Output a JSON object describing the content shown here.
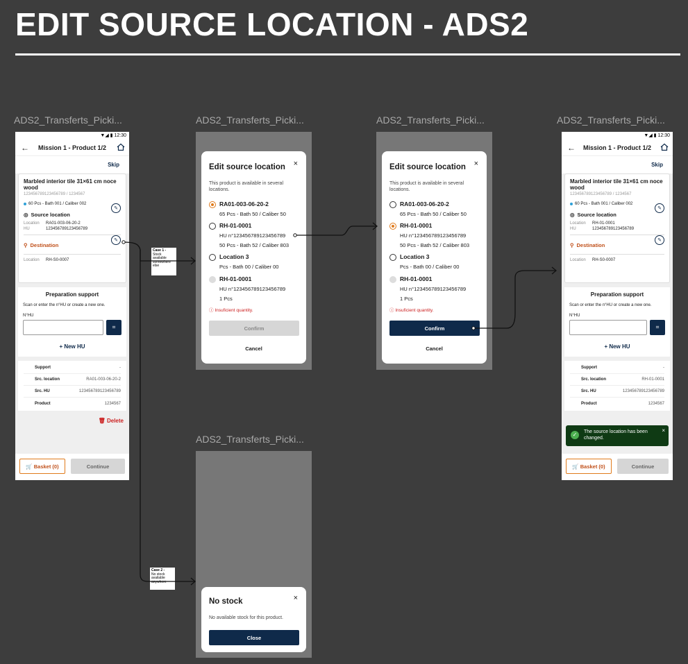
{
  "page_title": "EDIT SOURCE LOCATION - ADS2",
  "frames": {
    "f1": "ADS2_Transferts_Picki...",
    "f2": "ADS2_Transferts_Picki...",
    "f3": "ADS2_Transferts_Picki...",
    "f4": "ADS2_Transferts_Picki...",
    "f5": "ADS2_Transferts_Picki..."
  },
  "status_time": "12:30",
  "header": {
    "back": "←",
    "title": "Mission 1 - Product 1/2"
  },
  "skip": "Skip",
  "product": {
    "name": "Marbled interior tile 31×61 cm noce wood",
    "code": "123456789123456789 / 1234567",
    "stock": "60 Pcs - Bath 001 / Caliber 002"
  },
  "source": {
    "title": "Source location",
    "location_label": "Location",
    "hu_label": "HU",
    "location_before": "RA01-003-06-20-2",
    "location_after": "RH-01-0001",
    "hu": "123456789123456789"
  },
  "destination": {
    "title": "Destination",
    "location_label": "Location",
    "location": "RH-S0-0007"
  },
  "prep": {
    "title": "Preparation support",
    "hint": "Scan or enter the n°HU or create a new one.",
    "hu_label": "N°HU",
    "new_hu": "+ New HU"
  },
  "summary": {
    "support_k": "Support",
    "support_v": "-",
    "src_loc_k": "Src. location",
    "src_hu_k": "Src. HU",
    "src_hu_v": "123456789123456789",
    "product_k": "Product",
    "product_v": "1234567"
  },
  "delete": "Delete",
  "basket": "Basket (0)",
  "continue": "Continue",
  "dialog": {
    "title": "Edit source location",
    "text": "This product is available in several locations.",
    "opt1_name": "RA01-003-06-20-2",
    "opt1_d1": "65 Pcs - Bath 50 / Caliber 50",
    "opt2_name": "RH-01-0001",
    "opt2_d1": "HU n°123456789123456789",
    "opt2_d2": "50 Pcs - Bath 52 / Caliber 803",
    "opt3_name": "Location 3",
    "opt3_d1": "Pcs - Bath 00 / Caliber 00",
    "opt4_name": "RH-01-0001",
    "opt4_d1": "HU n°123456789123456789",
    "opt4_d2": "1 Pcs",
    "warning": "Insuficient quantity.",
    "confirm": "Confirm",
    "cancel": "Cancel",
    "close_x": "×"
  },
  "nostock": {
    "title": "No stock",
    "text": "No available stock for this product.",
    "close": "Close"
  },
  "case1": {
    "title": "Case 1 -",
    "text": "Stock available somewhere else"
  },
  "case2": {
    "title": "Case 2 -",
    "text": "No stock available anywhere"
  },
  "toast": "The source location has been changed.",
  "colors": {
    "navy": "#0f2a4a",
    "orange": "#e07a1a",
    "background": "#3d3d3d"
  }
}
